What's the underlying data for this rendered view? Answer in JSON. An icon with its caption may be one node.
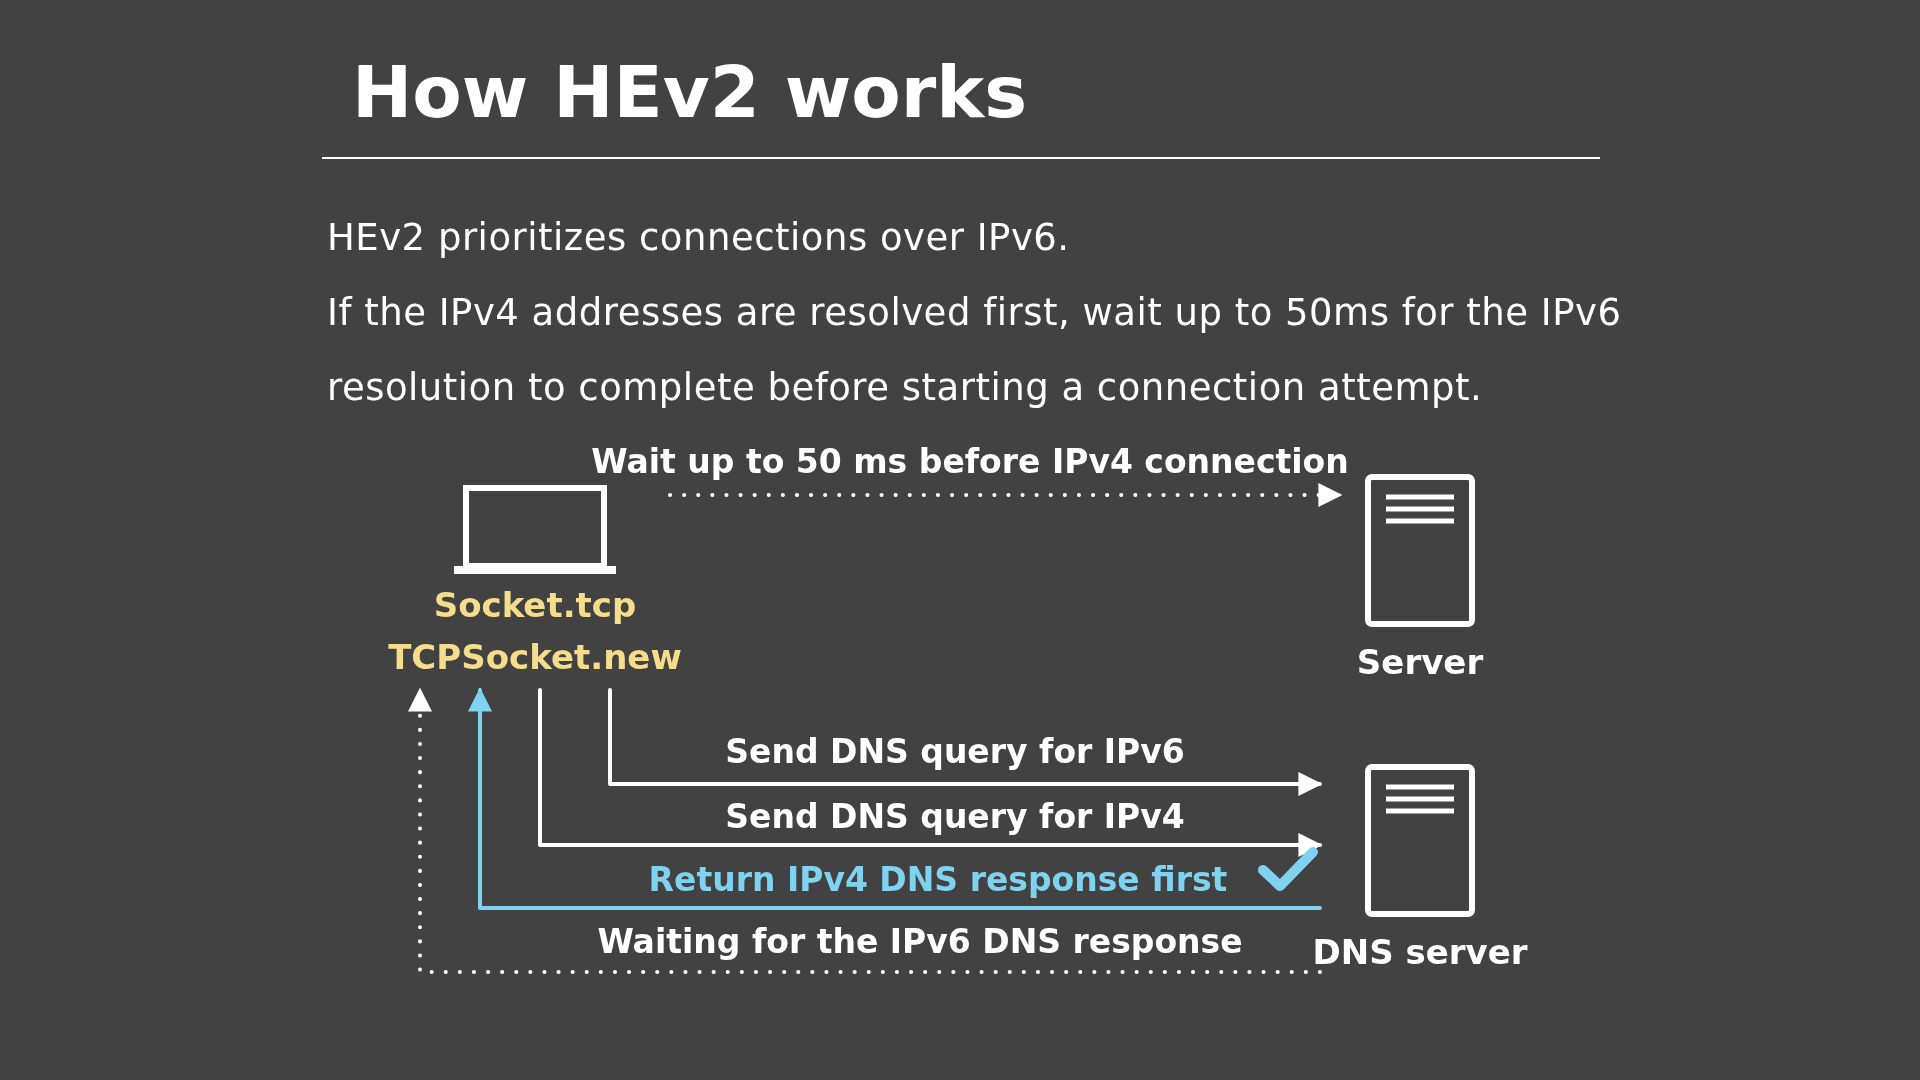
{
  "diagram": {
    "title": "How HEv2 works",
    "nodes": [
      {
        "text": [
          "Socket.tcp",
          "TCPSocket.new"
        ]
      },
      {
        "text": [
          "Server"
        ]
      },
      {
        "text": [
          "DNS server"
        ]
      }
    ],
    "edges": [
      {
        "from": 0,
        "to": 1,
        "arrow": "to",
        "style": "dashed",
        "label": "Wait up to 50 ms before IPv4 connection"
      },
      {
        "from": 0,
        "to": 2,
        "arrow": "to",
        "label": "Send DNS query for IPv6"
      },
      {
        "from": 0,
        "to": 2,
        "arrow": "to",
        "label": "Send DNS query for IPv4"
      },
      {
        "from": 2,
        "to": 0,
        "arrow": "to",
        "color": "#7fd3f0",
        "label": "Return IPv4 DNS response first"
      },
      {
        "from": 2,
        "to": 0,
        "arrow": "to",
        "style": "dashed",
        "label": "Waiting for the IPv6 DNS response"
      }
    ],
    "labels": [
      "HEv2 prioritizes connections over IPv6.",
      "If the IPv4 addresses are resolved first, wait up to 50ms for the IPv6 resolution to complete before starting a connection attempt."
    ]
  }
}
